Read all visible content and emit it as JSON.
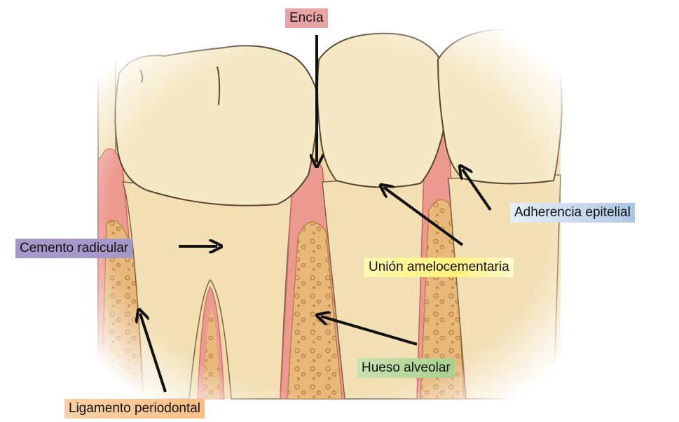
{
  "labels": {
    "encia": "Encía",
    "adherencia_epitelial": "Adherencia epitelial",
    "cemento_radicular": "Cemento radicular",
    "union_amelocementaria": "Unión amelocementaria",
    "hueso_alveolar": "Hueso alveolar",
    "ligamento_periodontal": "Ligamento periodontal"
  },
  "colors": {
    "enamel": "#f5e8c4",
    "root": "#f2dfb3",
    "gum": "#ec9a90",
    "gum_dark": "#c9635c",
    "bone": "#e8b77a",
    "bone_dot": "#c98d4a",
    "outline": "#4a3a2a",
    "arrow": "#111111"
  }
}
